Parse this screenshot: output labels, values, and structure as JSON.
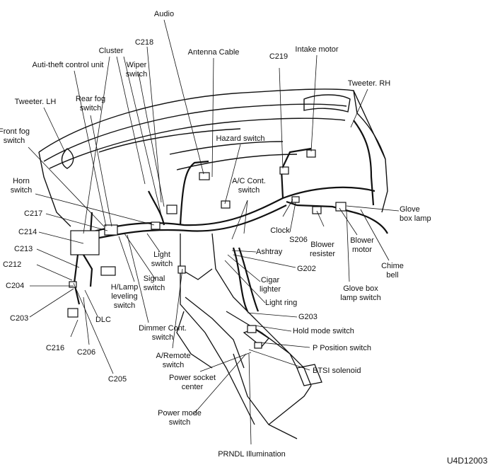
{
  "figure_id": "U4D12003",
  "labels": {
    "audio": "Audio",
    "antenna_cable": "Antenna Cable",
    "intake_motor": "Intake motor",
    "c218": "C218",
    "cluster": "Cluster",
    "wiper_switch": "Wiper\nswitch",
    "c219": "C219",
    "tweeter_rh": "Tweeter. RH",
    "anti_theft": "Auti-theft control unit",
    "rear_fog": "Rear fog\nswitch",
    "tweeter_lh": "Tweeter. LH",
    "front_fog": "Front fog\nswitch",
    "hazard_switch": "Hazard switch",
    "horn_switch": "Horn\nswitch",
    "ac_cont_switch": "A/C Cont.\nswitch",
    "glove_box_lamp": "Glove\nbox lamp",
    "c217": "C217",
    "c214": "C214",
    "c213": "C213",
    "c212": "C212",
    "c204": "C204",
    "c203": "C203",
    "clock": "Clock",
    "s206": "S206",
    "blower_resister": "Blower\nresister",
    "blower_motor": "Blower\nmotor",
    "chime_bell": "Chime\nbell",
    "ashtray": "Ashtray",
    "light_switch": "Light\nswitch",
    "signal_switch": "Signal\nswitch",
    "hlamp_leveling": "H/Lamp\nleveling\nswitch",
    "g202": "G202",
    "cigar_lighter": "Cigar\nlighter",
    "light_ring": "Light ring",
    "glove_box_lamp_switch": "Glove box\nlamp switch",
    "g203": "G203",
    "dlc": "DLC",
    "dimmer_cont": "Dimmer Cont.\nswitch",
    "hold_mode_switch": "Hold mode switch",
    "p_position_switch": "P Position switch",
    "c216": "C216",
    "c206": "C206",
    "a_remote_switch": "A/Remote\nswitch",
    "btsi_solenoid": "BTSI solenoid",
    "power_socket_center": "Power socket\ncenter",
    "c205": "C205",
    "power_mode_switch": "Power mode\nswitch",
    "prndl_illumination": "PRNDL Illumination"
  }
}
